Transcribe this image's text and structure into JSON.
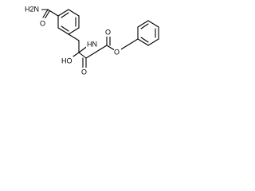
{
  "structure": {
    "labels": {
      "amide_nh2": "H2N",
      "amide_o": "O",
      "carbamate_nh": "HN",
      "carbamate_o_double": "O",
      "carbamate_o_ester": "O",
      "acid_o_double": "O",
      "acid_oh": "HO"
    }
  },
  "colors": {
    "bond": "#000000",
    "background": "#ffffff"
  }
}
